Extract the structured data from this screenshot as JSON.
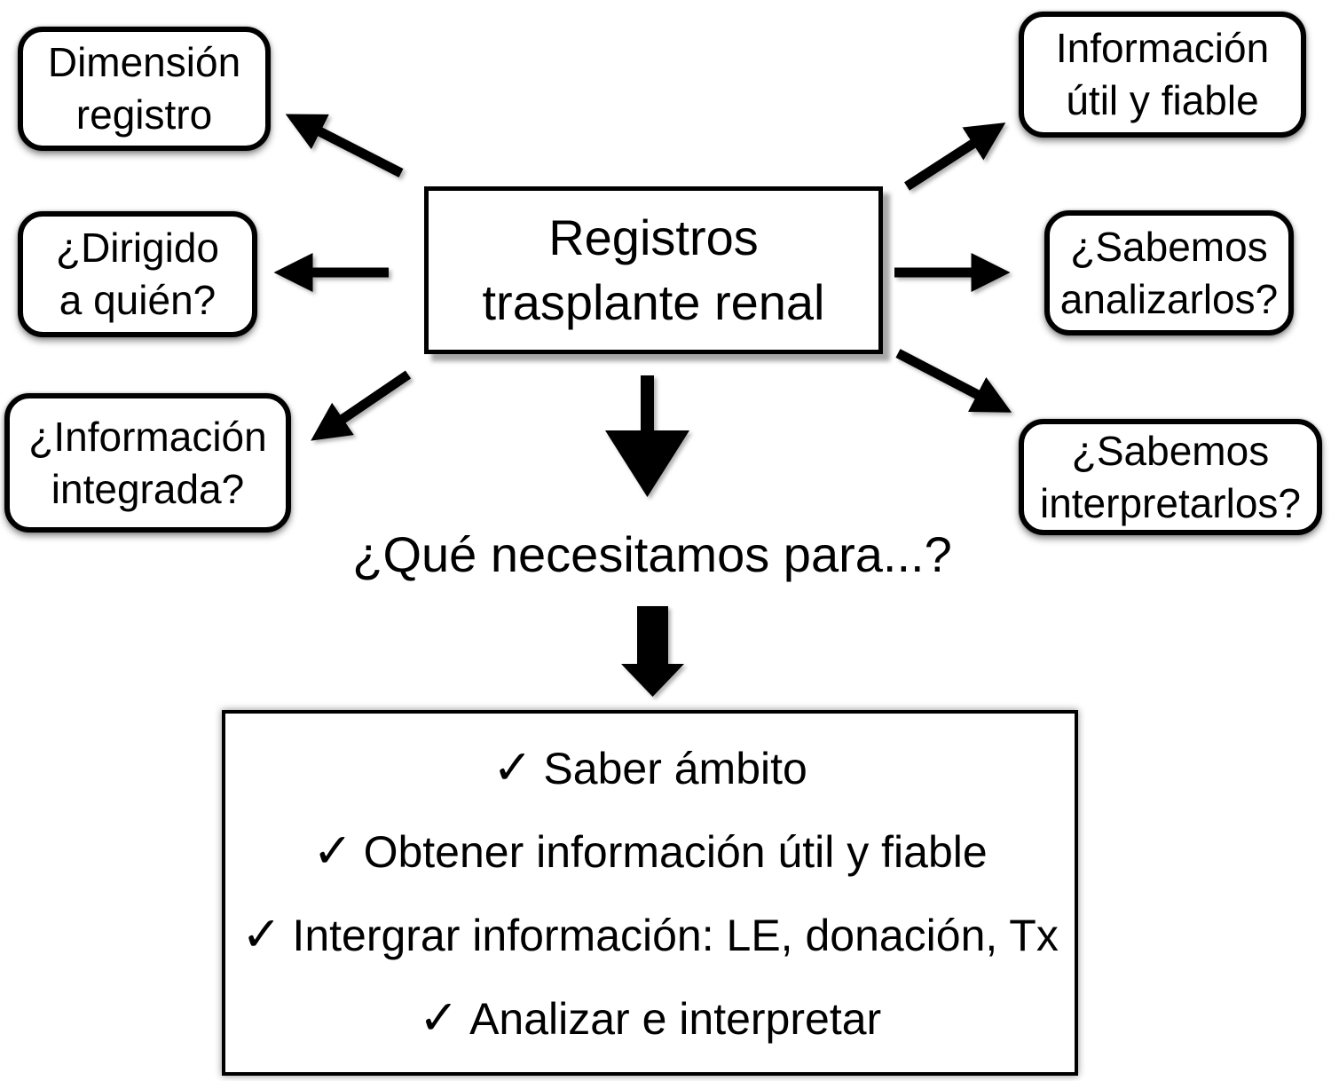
{
  "figure": {
    "colors": {
      "ink": "#000000",
      "paper": "#ffffff"
    },
    "nodes": {
      "center": {
        "label": "Registros\ntrasplante renal"
      },
      "left": [
        {
          "label": "Dimensión\nregistro"
        },
        {
          "label": "¿Dirigido\na quién?"
        },
        {
          "label": "¿Información\nintegrada?"
        }
      ],
      "right": [
        {
          "label": "Información\nútil y fiable"
        },
        {
          "label": "¿Sabemos\nanalizarlos?"
        },
        {
          "label": "¿Sabemos\ninterpretarlos?"
        }
      ]
    },
    "question": {
      "label": "¿Qué necesitamos para...?"
    },
    "checklist": {
      "check_icon": "✓",
      "items": [
        {
          "text": "Saber ámbito"
        },
        {
          "text": "Obtener información útil y fiable"
        },
        {
          "text": "Intergrar información: LE, donación, Tx"
        },
        {
          "text": "Analizar e interpretar"
        }
      ]
    }
  }
}
